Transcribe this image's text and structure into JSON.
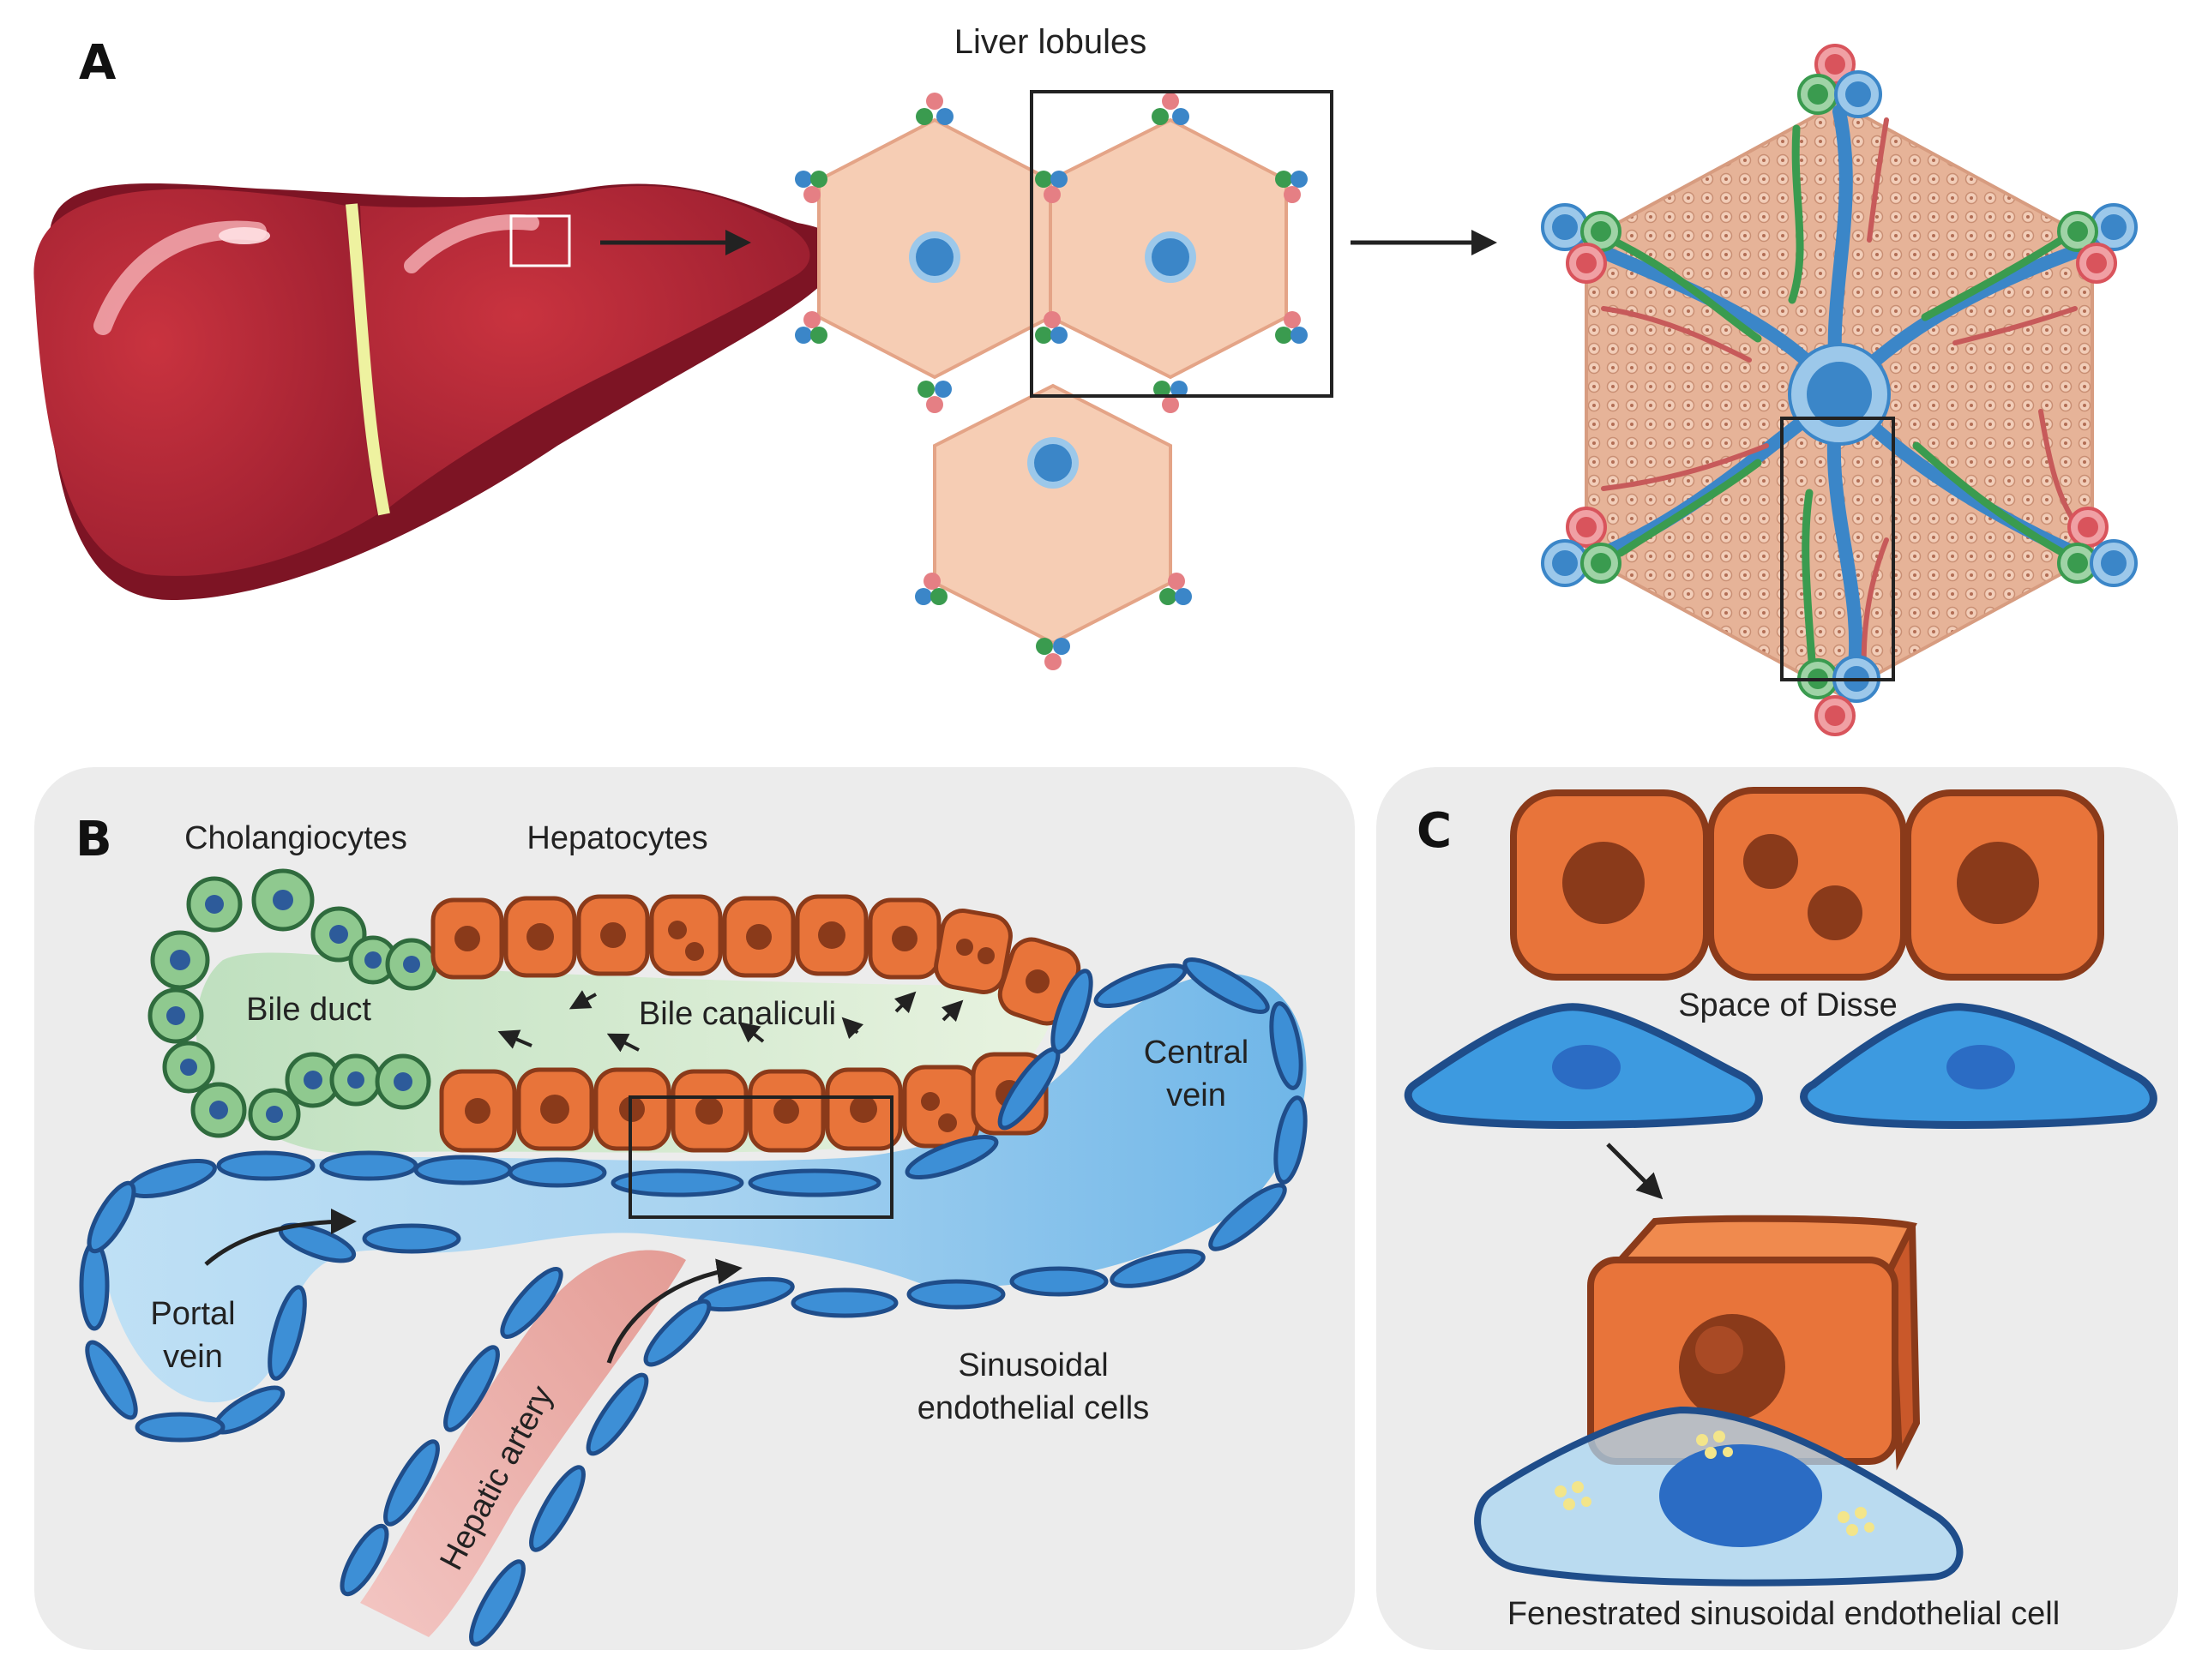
{
  "panels": {
    "a": {
      "letter": "A",
      "lobules_title": "Liver lobules"
    },
    "b": {
      "letter": "B",
      "cholangiocytes": "Cholangiocytes",
      "hepatocytes": "Hepatocytes",
      "bile_duct": "Bile duct",
      "bile_canaliculi": "Bile canaliculi",
      "central_vein_1": "Central",
      "central_vein_2": "vein",
      "portal_vein_1": "Portal",
      "portal_vein_2": "vein",
      "hepatic_artery": "Hepatic artery",
      "sinusoidal_1": "Sinusoidal",
      "sinusoidal_2": "endothelial cells"
    },
    "c": {
      "letter": "C",
      "space_of_disse": "Space of Disse",
      "fenestrated": "Fenestrated sinusoidal endothelial cell"
    }
  },
  "colors": {
    "liver": "#b8283a",
    "lobule": "#f6cdb4",
    "portal_blue": "#3b86c8",
    "bile_green": "#3a9b4f",
    "artery_red": "#d9545c",
    "hepatocyte": "#e8743a",
    "endothelial": "#3d8fd6",
    "panel_bg": "#ececec"
  }
}
